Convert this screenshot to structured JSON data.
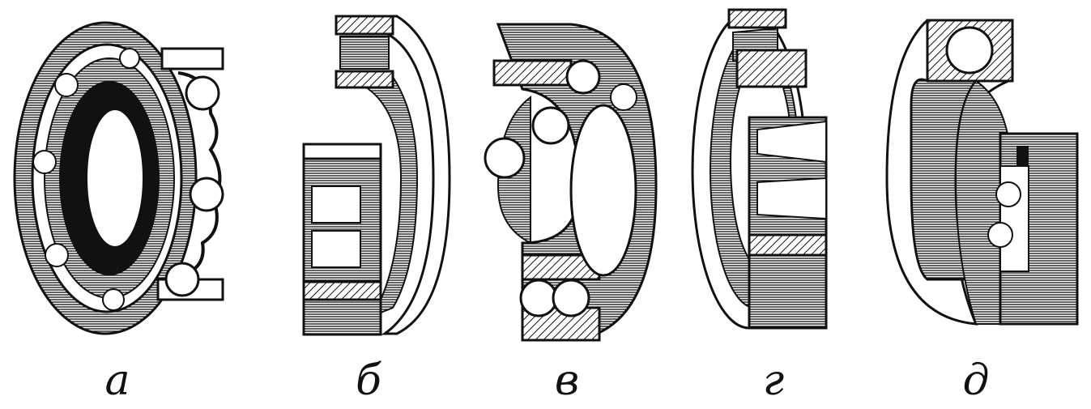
{
  "figure": {
    "bearings": [
      {
        "label": "а",
        "type": "deep-groove-ball"
      },
      {
        "label": "б",
        "type": "cylindrical-roller"
      },
      {
        "label": "в",
        "type": "double-row-self-aligning-ball"
      },
      {
        "label": "г",
        "type": "tapered-roller"
      },
      {
        "label": "д",
        "type": "thrust-ball"
      }
    ]
  },
  "colors": {
    "ink": "#111111",
    "paper": "#ffffff"
  }
}
